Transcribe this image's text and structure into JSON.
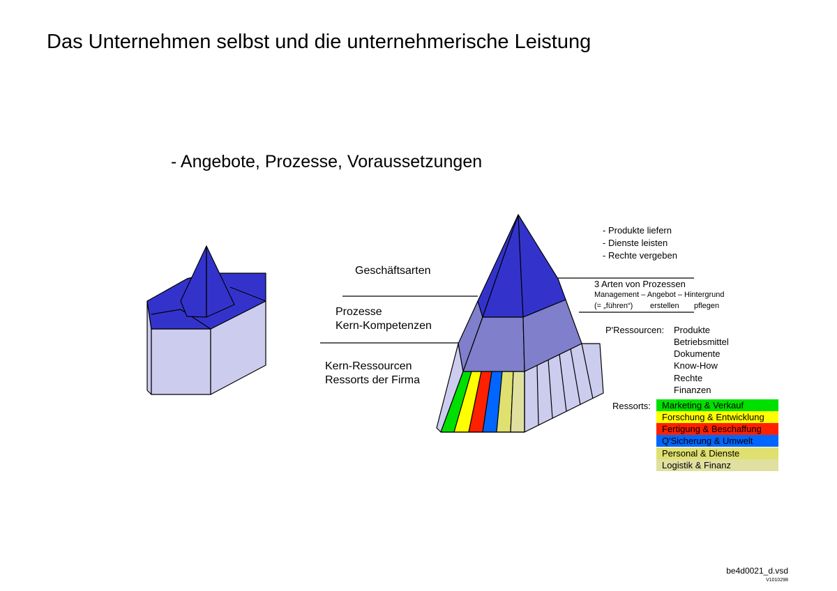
{
  "page": {
    "title": "Das Unternehmen selbst und die unternehmerische Leistung",
    "subtitle": "- Angebote, Prozesse, Voraussetzungen"
  },
  "left_labels": {
    "geschaeftsarten": "Geschäftsarten",
    "prozesse": "Prozesse",
    "kern_kompetenzen": "Kern-Kompetenzen",
    "kern_ressourcen": "Kern-Ressourcen",
    "ressorts_firma": "Ressorts der Firma"
  },
  "top_list": [
    "- Produkte liefern",
    "- Dienste leisten",
    "- Rechte vergeben"
  ],
  "prozesse_block": {
    "heading": "3 Arten von Prozessen",
    "line1": "Management – Angebot – Hintergrund",
    "col1": "(= „führen“)",
    "col2": "erstellen",
    "col3": "pflegen"
  },
  "p_ressourcen": {
    "label": "P'Ressourcen:",
    "items": [
      "Produkte",
      "Betriebsmittel",
      "Dokumente",
      "Know-How",
      "Rechte",
      "Finanzen"
    ]
  },
  "ressorts": {
    "label": "Ressorts:",
    "items": [
      {
        "name": "Marketing & Verkauf",
        "color": "#00e000"
      },
      {
        "name": "Forschung & Entwicklung",
        "color": "#ffff00"
      },
      {
        "name": "Fertigung & Beschaffung",
        "color": "#ff2000"
      },
      {
        "name": "Q'Sicherung & Umwelt",
        "color": "#0066ff"
      },
      {
        "name": "Personal & Dienste",
        "color": "#e0e070"
      },
      {
        "name": "Logistik & Finanz",
        "color": "#e0e0a0"
      }
    ]
  },
  "colors": {
    "top_blue": "#3333cc",
    "mid_blue": "#7f7fcc",
    "light_blue": "#ccccee"
  },
  "footer": {
    "filename": "be4d0021_d.vsd",
    "version": "V1010298"
  }
}
